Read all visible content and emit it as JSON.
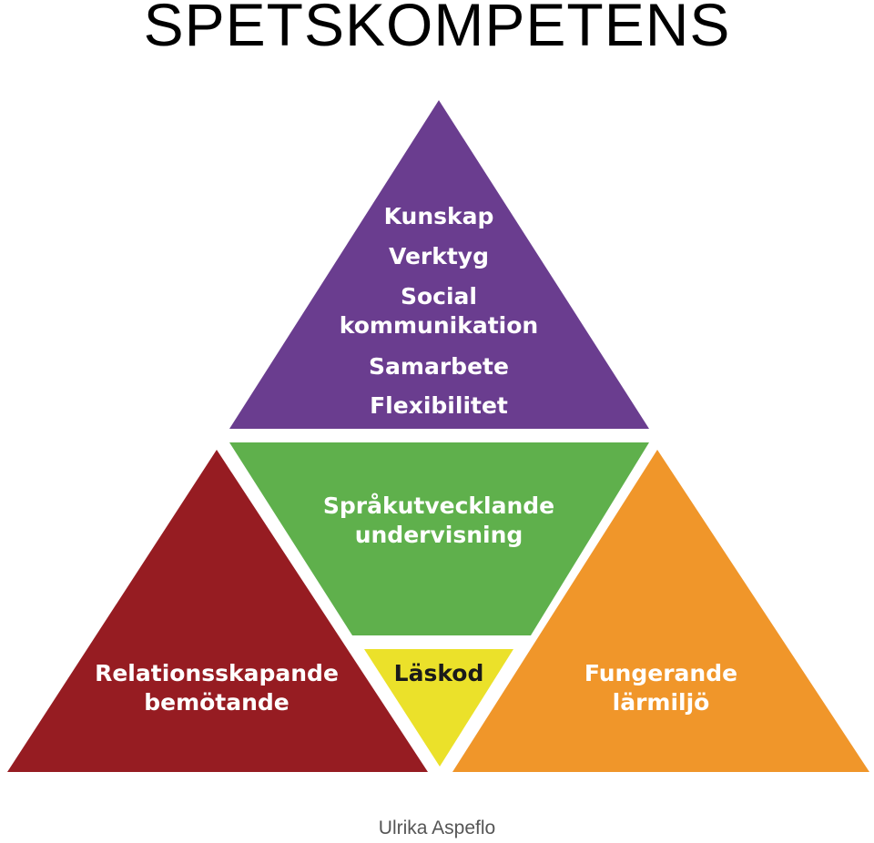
{
  "title": "SPETSKOMPETENS",
  "author": "Ulrika Aspeflo",
  "colors": {
    "top": "#6a3d8f",
    "center": "#5fb04c",
    "left": "#961c22",
    "right": "#f0962a",
    "small": "#ebe12a"
  },
  "top_triangle": {
    "lines": [
      "Kunskap",
      "Verktyg",
      "Social",
      "kommunikation",
      "Samarbete",
      "Flexibilitet"
    ]
  },
  "center_triangle": {
    "lines": [
      "Språkutvecklande",
      "undervisning"
    ]
  },
  "left_triangle": {
    "lines": [
      "Relationsskapande",
      "bemötande"
    ]
  },
  "right_triangle": {
    "lines": [
      "Fungerande",
      "lärmiljö"
    ]
  },
  "small_triangle": {
    "lines": [
      "Läskod"
    ]
  }
}
